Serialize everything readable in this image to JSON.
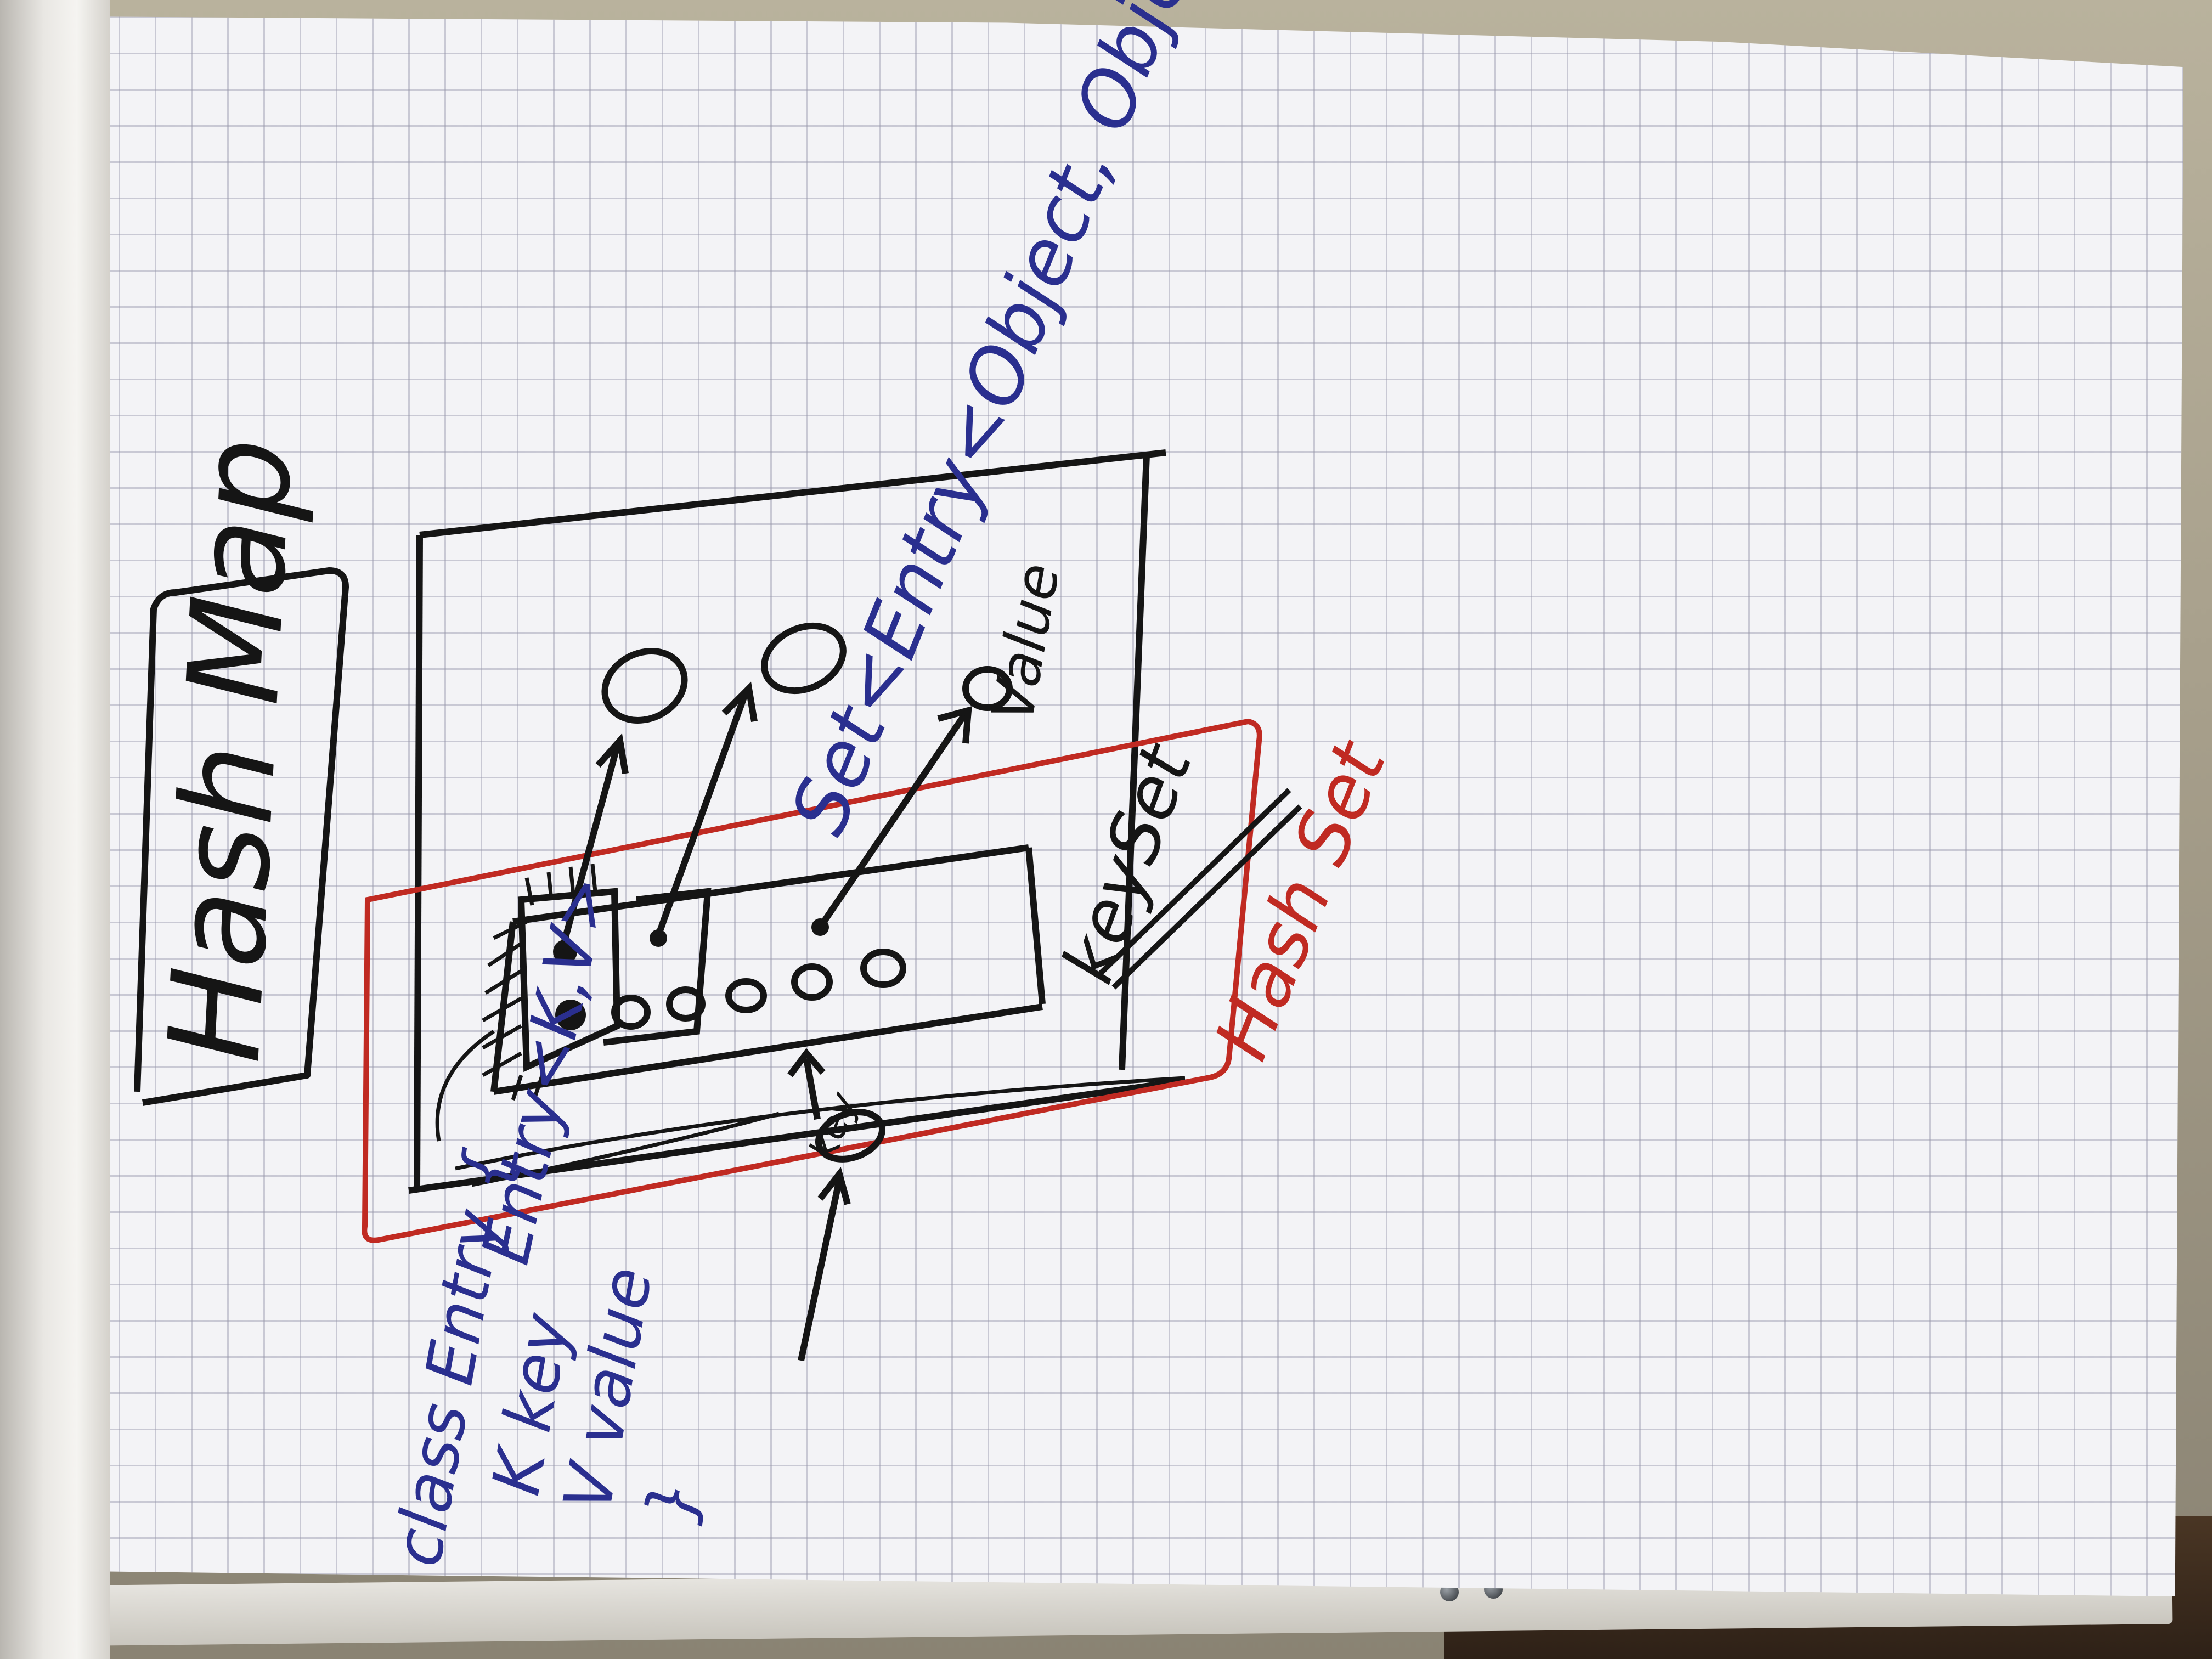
{
  "board": {
    "title": "Hash Map",
    "label_value": "Value",
    "label_key_circle": "key",
    "label_key_set": "keySet",
    "label_hash_set": "Hash Set",
    "label_set_entry": "Set<Entry<Object, Object>",
    "label_entry_kv": "Entry<K,V>",
    "class_line1": "class Entry {",
    "class_line2": "K key",
    "class_line3": "V value",
    "class_line4": "}"
  },
  "ink_colors": {
    "black": "#151515",
    "red": "#c02a22",
    "blue": "#2a2f8f"
  }
}
